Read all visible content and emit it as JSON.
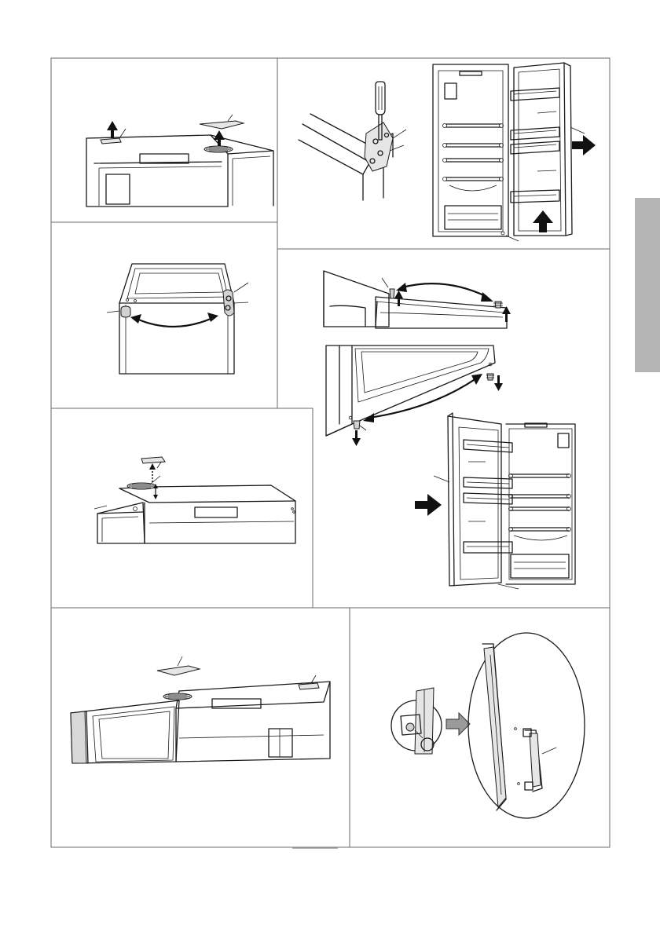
{
  "colors": {
    "line": "#1a1a1a",
    "frame": "#6a6a6a",
    "shade": "#d2d2d2",
    "tab": "#b4b4b4",
    "arrow_gray": "#9a9a9a"
  },
  "icons": [
    "screwdriver-icon",
    "arrow-up-icon",
    "arrow-right-icon",
    "arrow-down-icon",
    "curved-double-arrow-icon"
  ],
  "panels": [
    "remove-hinge-cover",
    "unscrew-hinge",
    "detach-door",
    "swap-pin-side",
    "move-hinge-parts",
    "refit-door",
    "replace-cover",
    "move-handle"
  ]
}
